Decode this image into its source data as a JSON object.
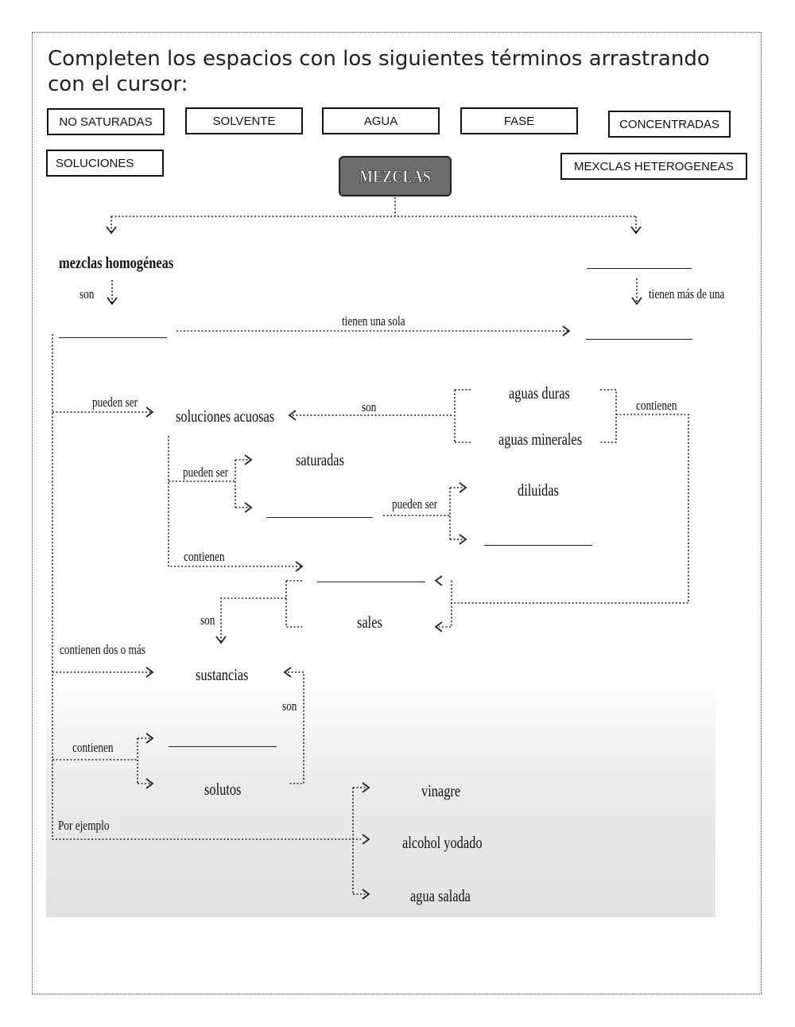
{
  "instructions": "Completen los espacios con los siguientes términos arrastrando con el cursor:",
  "word_bank": [
    "NO SATURADAS",
    "SOLVENTE",
    "AGUA",
    "FASE",
    "CONCENTRADAS",
    "SOLUCIONES",
    "MEXCLAS HETEROGENEAS"
  ],
  "diagram": {
    "root": "MEZCLAS",
    "mezclas_homogeneas": "mezclas homogéneas",
    "son": "son",
    "tienen_mas_de_una": "tienen más de una",
    "tienen_una_sola": "tienen una sola",
    "pueden_ser": "pueden ser",
    "soluciones_acuosas": "soluciones acuosas",
    "son2": "son",
    "aguas_duras": "aguas duras",
    "aguas_minerales": "aguas minerales",
    "contienen": "contienen",
    "pueden_ser2": "pueden ser",
    "saturadas": "saturadas",
    "pueden_ser3": "pueden ser",
    "diluidas": "diluidas",
    "contienen2": "contienen",
    "sales": "sales",
    "son3": "son",
    "contienen_dos_o_mas": "contienen dos o más",
    "sustancias": "sustancias",
    "son4": "son",
    "contienen3": "contienen",
    "solutos": "solutos",
    "por_ejemplo": "Por ejemplo",
    "vinagre": "vinagre",
    "alcohol_yodado": "alcohol yodado",
    "agua_salada": "agua salada"
  }
}
